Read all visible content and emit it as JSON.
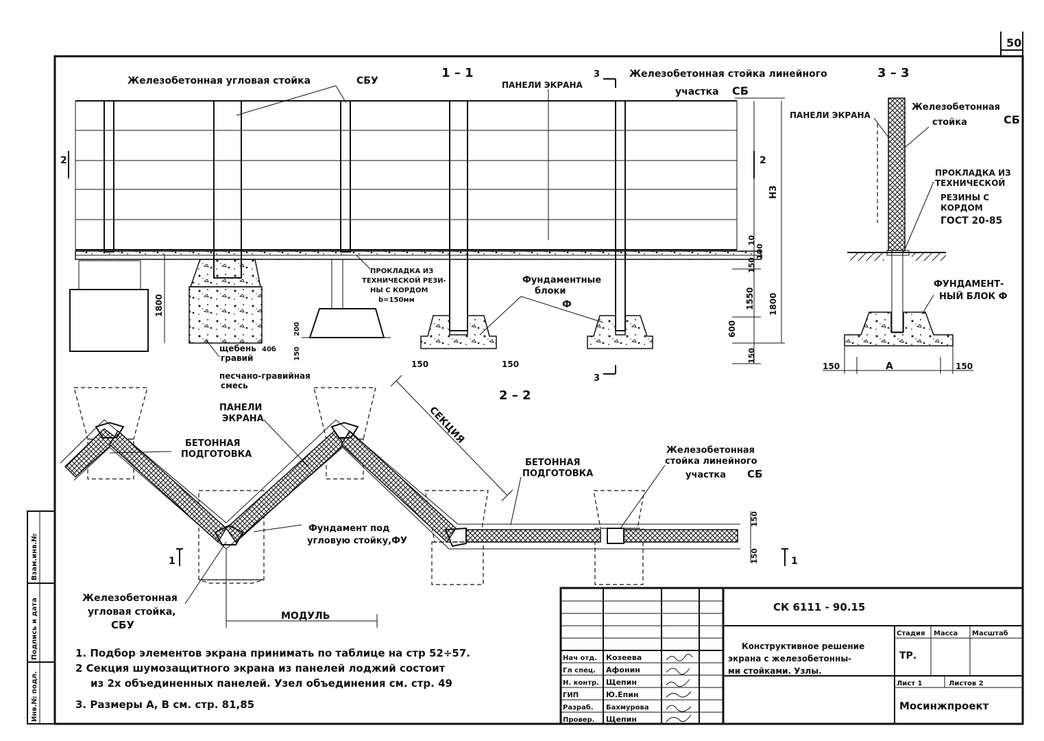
{
  "sheet_number": "50",
  "sections": {
    "s11": "1 – 1",
    "s22": "2 – 2",
    "s33": "3 – 3"
  },
  "labels_11": {
    "corner_post": "Железобетонная угловая стойка",
    "corner_post_code": "СБУ",
    "panels": "ПАНЕЛИ ЭКРАНА",
    "linear_post_1": "Железобетонная стойка линейного",
    "linear_post_2": "участка",
    "linear_post_code": "СБ",
    "gasket_1": "ПРОКЛАДКА ИЗ",
    "gasket_2": "ТЕХНИЧЕСКОЙ РЕЗИ-",
    "gasket_3": "НЫ С КОРДОМ",
    "gasket_4": "b=150мм",
    "found_blocks_1": "Фундаментные",
    "found_blocks_2": "блоки",
    "found_blocks_code": "Ф",
    "gravel_1": "щебень",
    "gravel_size": "40б",
    "gravel_2": "гравий",
    "sand_1": "песчано-гравийная",
    "sand_2": "смесь",
    "mark_3": "3",
    "mark_2": "2",
    "dim_h3": "Н3",
    "dim_10": "10",
    "dim_100": "100",
    "dim_150": "150",
    "dim_1800": "1800",
    "dim_1550": "1550",
    "dim_600": "600",
    "dim_200": "200"
  },
  "labels_33": {
    "panels": "ПАНЕЛИ ЭКРАНА",
    "post_1": "Железобетонная",
    "post_2": "стойка",
    "post_code": "СБ",
    "gasket_1": "ПРОКЛАДКА ИЗ",
    "gasket_2": "ТЕХНИЧЕСКОЙ",
    "gasket_3": "РЕЗИНЫ С",
    "gasket_4": "КОРДОМ",
    "gasket_5": "ГОСТ 20-85",
    "found_1": "ФУНДАМЕНТ-",
    "found_2": "НЫЙ БЛОК Ф",
    "dim_a": "А",
    "dim_150": "150"
  },
  "labels_22": {
    "section": "СЕКЦИЯ",
    "panels_1": "ПАНЕЛИ",
    "panels_2": "ЭКРАНА",
    "concrete_prep_1": "БЕТОННАЯ",
    "concrete_prep_2": "ПОДГОТОВКА",
    "found_corner_1": "Фундамент под",
    "found_corner_2": "угловую стойку,ФУ",
    "linear_post_1": "Железобетонная",
    "linear_post_2": "стойка линейного",
    "linear_post_3": "участка",
    "linear_post_code": "СБ",
    "corner_post_1": "Железобетонная",
    "corner_post_2": "угловая стойка,",
    "corner_post_code": "СБУ",
    "module": "МОДУЛЬ",
    "mark_1": "1",
    "dim_150": "150"
  },
  "notes": [
    "1. Подбор элементов экрана принимать по таблице на стр 52÷57.",
    "2 Секция шумозащитного экрана из панелей лоджий состоит",
    "из 2х объединенных панелей. Узел объединения см. стр. 49",
    "3. Размеры А, В см. стр. 81,85"
  ],
  "side_stamp": [
    "Инв.№ подл.",
    "Подпись и дата",
    "Взам.инв.№"
  ],
  "title_block": {
    "code": "СК 6111 - 90.15",
    "title_1": "Конструктивное решение",
    "title_2": "экрана с железобетонны-",
    "title_3": "ми стойками. Узлы.",
    "col_stage": "Стадия",
    "col_mass": "Масса",
    "col_scale": "Масштаб",
    "stage_value": "ТР.",
    "sheet": "Лист 1",
    "sheets": "Листов 2",
    "org": "Мосинжпроект",
    "roles": [
      {
        "role": "Нач отд.",
        "name": "Козеева"
      },
      {
        "role": "Гл спец.",
        "name": "Афонин"
      },
      {
        "role": "Н. контр.",
        "name": "Щепин"
      },
      {
        "role": "ГИП",
        "name": "Ю.Епин"
      },
      {
        "role": "Разраб.",
        "name": "Бахмурова"
      },
      {
        "role": "Провер.",
        "name": "Щепин"
      }
    ]
  }
}
